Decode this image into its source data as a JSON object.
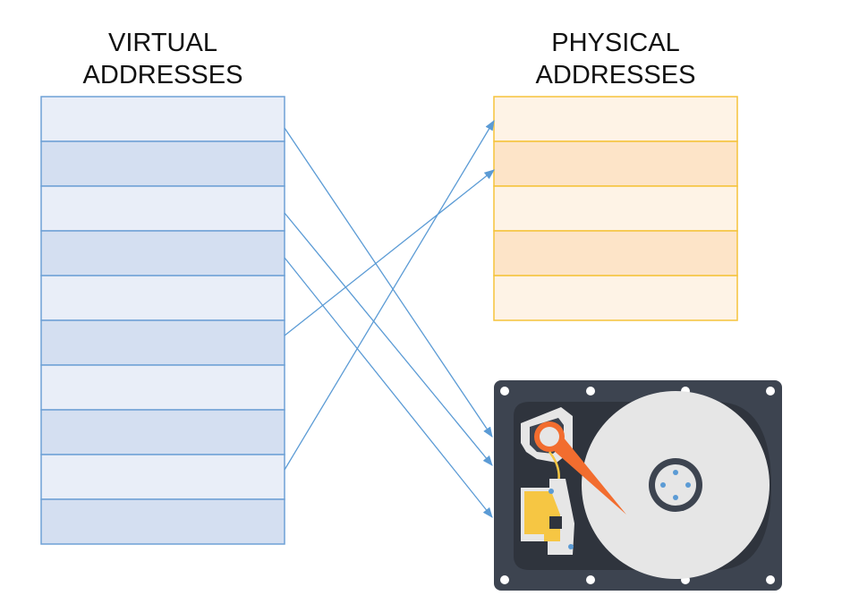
{
  "virtual": {
    "title_line1": "VIRTUAL",
    "title_line2": "ADDRESSES",
    "row_count": 10,
    "fill_light": "#e9eef8",
    "fill_dark": "#d4dff1",
    "border": "#6fa1d6"
  },
  "physical": {
    "title_line1": "PHYSICAL",
    "title_line2": "ADDRESSES",
    "row_count": 5,
    "fill_light": "#fef3e6",
    "fill_dark": "#fde4c8",
    "border": "#f5c33b"
  },
  "disk": {
    "icon": "hard-disk-drive-icon",
    "body_color": "#3d4450",
    "platter_color": "#e6e6e6",
    "arm_color": "#f26d2f",
    "board_color": "#f6c643"
  },
  "mappings": {
    "arrow_color": "#5b9bd5",
    "links": [
      {
        "from": "virtual-row-1",
        "to": "disk"
      },
      {
        "from": "virtual-row-3",
        "to": "disk"
      },
      {
        "from": "virtual-row-4",
        "to": "disk"
      },
      {
        "from": "virtual-row-6",
        "to": "physical-row-2"
      },
      {
        "from": "virtual-row-9",
        "to": "physical-row-1"
      }
    ]
  }
}
